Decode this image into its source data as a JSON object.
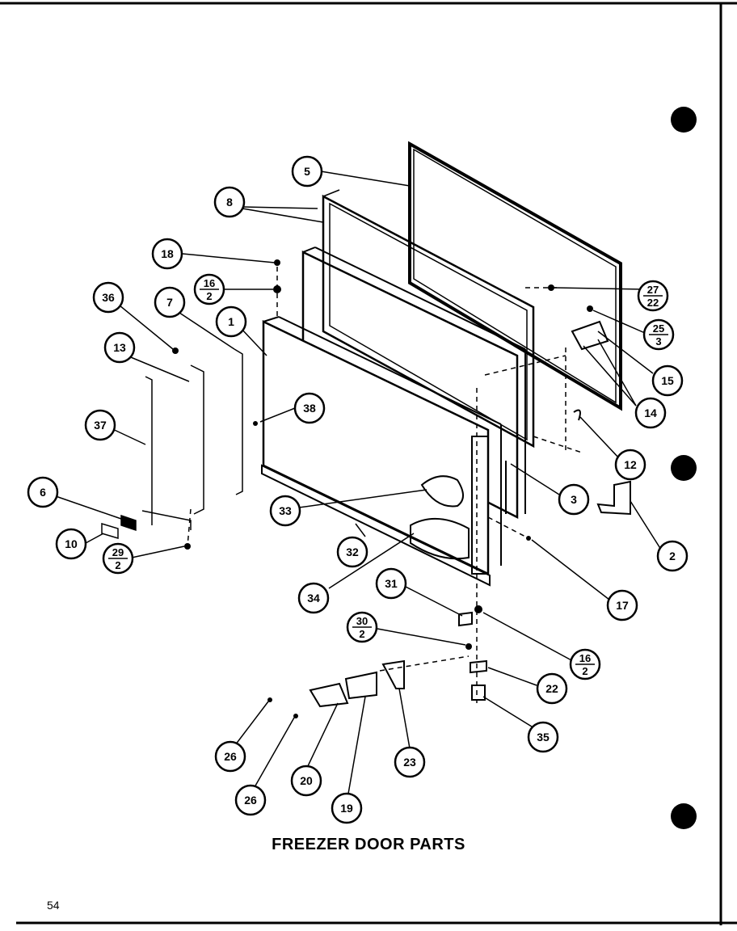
{
  "caption": "FREEZER DOOR PARTS",
  "page_number": "54",
  "callouts": [
    {
      "id": "c5",
      "top": "5"
    },
    {
      "id": "c8",
      "top": "8"
    },
    {
      "id": "c18",
      "top": "18"
    },
    {
      "id": "c16a",
      "top": "16",
      "bottom": "2"
    },
    {
      "id": "c36",
      "top": "36"
    },
    {
      "id": "c7",
      "top": "7"
    },
    {
      "id": "c1",
      "top": "1"
    },
    {
      "id": "c13",
      "top": "13"
    },
    {
      "id": "c38",
      "top": "38"
    },
    {
      "id": "c37",
      "top": "37"
    },
    {
      "id": "c6",
      "top": "6"
    },
    {
      "id": "c10",
      "top": "10"
    },
    {
      "id": "c29",
      "top": "29",
      "bottom": "2"
    },
    {
      "id": "c33",
      "top": "33"
    },
    {
      "id": "c32",
      "top": "32"
    },
    {
      "id": "c34",
      "top": "34"
    },
    {
      "id": "c31",
      "top": "31"
    },
    {
      "id": "c30",
      "top": "30",
      "bottom": "2"
    },
    {
      "id": "c27",
      "top": "27",
      "bottom": "22"
    },
    {
      "id": "c25",
      "top": "25",
      "bottom": "3"
    },
    {
      "id": "c15",
      "top": "15"
    },
    {
      "id": "c14",
      "top": "14"
    },
    {
      "id": "c12",
      "top": "12"
    },
    {
      "id": "c3",
      "top": "3"
    },
    {
      "id": "c2",
      "top": "2"
    },
    {
      "id": "c17",
      "top": "17"
    },
    {
      "id": "c16b",
      "top": "16",
      "bottom": "2"
    },
    {
      "id": "c22",
      "top": "22"
    },
    {
      "id": "c35",
      "top": "35"
    },
    {
      "id": "c26a",
      "top": "26"
    },
    {
      "id": "c26b",
      "top": "26"
    },
    {
      "id": "c20",
      "top": "20"
    },
    {
      "id": "c19",
      "top": "19"
    },
    {
      "id": "c23",
      "top": "23"
    }
  ]
}
